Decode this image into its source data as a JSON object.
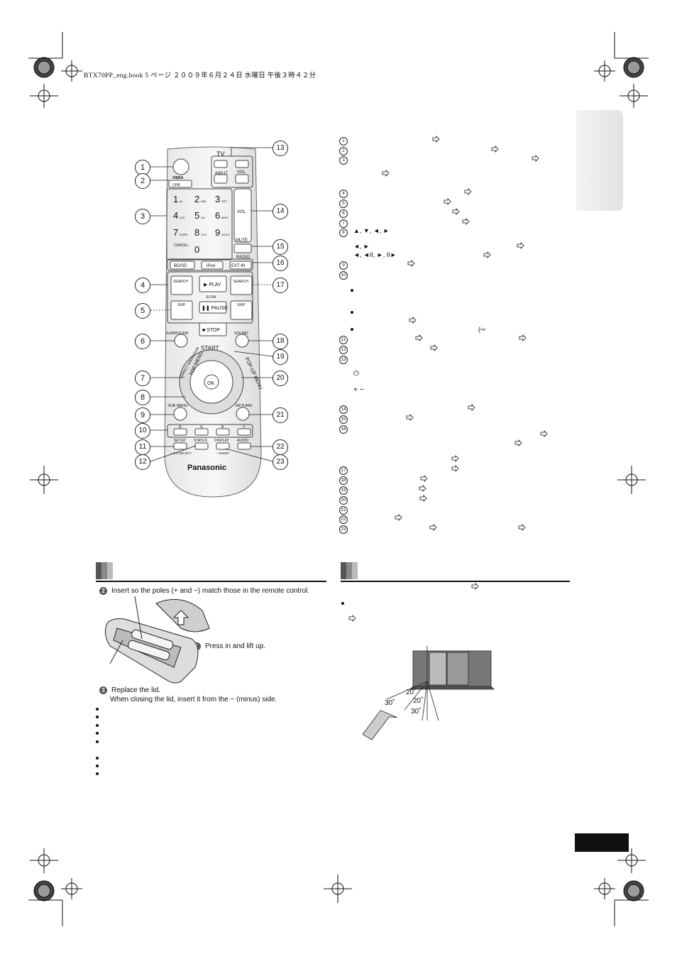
{
  "header": {
    "text": "BTX70PP_eng.book  5 ページ  ２００９年６月２４日  水曜日  午後３時４２分"
  },
  "remote": {
    "tv_label": "TV",
    "input_label": "INPUT",
    "vol_label": "VOL",
    "viera_label": "VIERA",
    "link_label": "LINK",
    "keys": [
      "1",
      "2",
      "3",
      "4",
      "5",
      "6",
      "7",
      "8",
      "9",
      "0"
    ],
    "key_letters": [
      "@.",
      "ABC",
      "DEF",
      "GHI",
      "JKL",
      "MNO",
      "PQRS",
      "TUV",
      "WXYZ"
    ],
    "cancel_label": "CANCEL",
    "mute_label": "MUTE",
    "radio_label": "RADIO",
    "bdsd_label": "BD/SD",
    "ipod_label": "iPod",
    "extin_label": "EXT-IN",
    "search_label": "SEARCH",
    "play_label": "▶ PLAY",
    "slow_label": "SLOW",
    "skip_label": "SKIP",
    "pause_label": "❚❚ PAUSE",
    "stop_label": "■ STOP",
    "surround_label": "SURROUND",
    "sound_label": "SOUND",
    "start_label": "START",
    "direct_nav_label": "DIRECT NAVIGATOR",
    "top_menu_label": "TOP MENU",
    "popup_menu_label": "POP-UP MENU",
    "ok_label": "OK",
    "sub_menu_label": "SUB MENU",
    "return_label": "RETURN",
    "color_keys": [
      "R",
      "G",
      "B",
      "Y"
    ],
    "setup_label": "SETUP",
    "ch_select_label": "—CH SELECT",
    "status_label": "STATUS",
    "display_label": "DISPLAY",
    "sleep_label": "—SLEEP",
    "audio_label": "AUDIO",
    "brand": "Panasonic"
  },
  "callouts": [
    "1",
    "2",
    "3",
    "4",
    "5",
    "6",
    "7",
    "8",
    "9",
    "10",
    "11",
    "12",
    "13",
    "14",
    "15",
    "16",
    "17",
    "18",
    "19",
    "20",
    "21",
    "22",
    "23"
  ],
  "list_numbers": [
    "1",
    "2",
    "3",
    "4",
    "5",
    "6",
    "7",
    "8",
    "9",
    "10",
    "11",
    "12",
    "13",
    "14",
    "15",
    "16",
    "17",
    "18",
    "19",
    "20",
    "21",
    "22",
    "23"
  ],
  "list_symbols": {
    "arrows_8": "▲, ▼, ◄, ►",
    "arrows_8b": "◄, ►",
    "slow_8": "◄, ◄II, ►, II►",
    "power_13": "⏻",
    "vol_13": "+ −",
    "paren_10": "(⇨"
  },
  "batteries": {
    "step2": "Insert so the poles (+ and −) match those in the remote control.",
    "step1": "Press in and lift up.",
    "step3a": "Replace the lid.",
    "step3b": "When closing the lid, insert it from the − (minus) side."
  },
  "diagram": {
    "angle_a": "20˚",
    "angle_b": "20˚",
    "angle_c": "30˚",
    "angle_d": "30˚"
  }
}
